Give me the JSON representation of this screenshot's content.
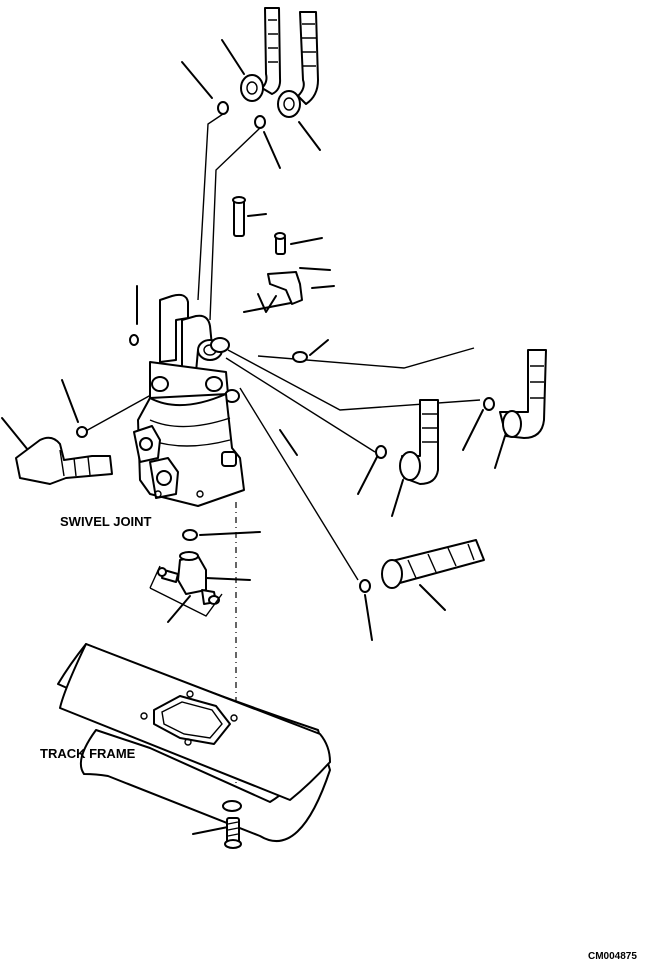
{
  "labels": {
    "swivel_joint": "SWIVEL JOINT",
    "track_frame": "TRACK FRAME",
    "drawing_code": "CM004875"
  }
}
